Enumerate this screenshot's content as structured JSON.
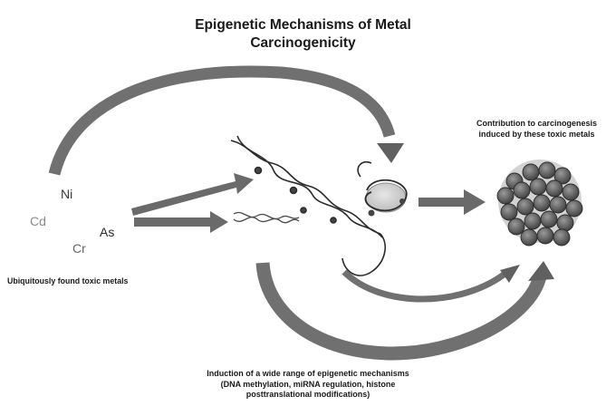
{
  "title": {
    "line1": "Epigenetic Mechanisms of Metal",
    "line2": "Carcinogenicity"
  },
  "metals": {
    "ni": "Ni",
    "cd": "Cd",
    "as": "As",
    "cr": "Cr"
  },
  "captions": {
    "left": "Ubiquitously found toxic metals",
    "right_line1": "Contribution to carcinogenesis",
    "right_line2": "induced by these toxic metals",
    "bottom_line1": "Induction of a wide range of epigenetic mechanisms",
    "bottom_line2": "(DNA methylation, miRNA regulation, histone",
    "bottom_line3": "posttranslational modifications)"
  },
  "colors": {
    "arrow": "#6e6e6e",
    "arrow_dark": "#555555",
    "strand": "#2b2b2b",
    "nucleosome": "#cfcfcf",
    "cell": "#5a5a5a"
  },
  "icons": [
    "dna-double-helix-icon",
    "mirna-strand-icon",
    "nucleosome-icon",
    "tumor-cell-cluster-icon"
  ]
}
